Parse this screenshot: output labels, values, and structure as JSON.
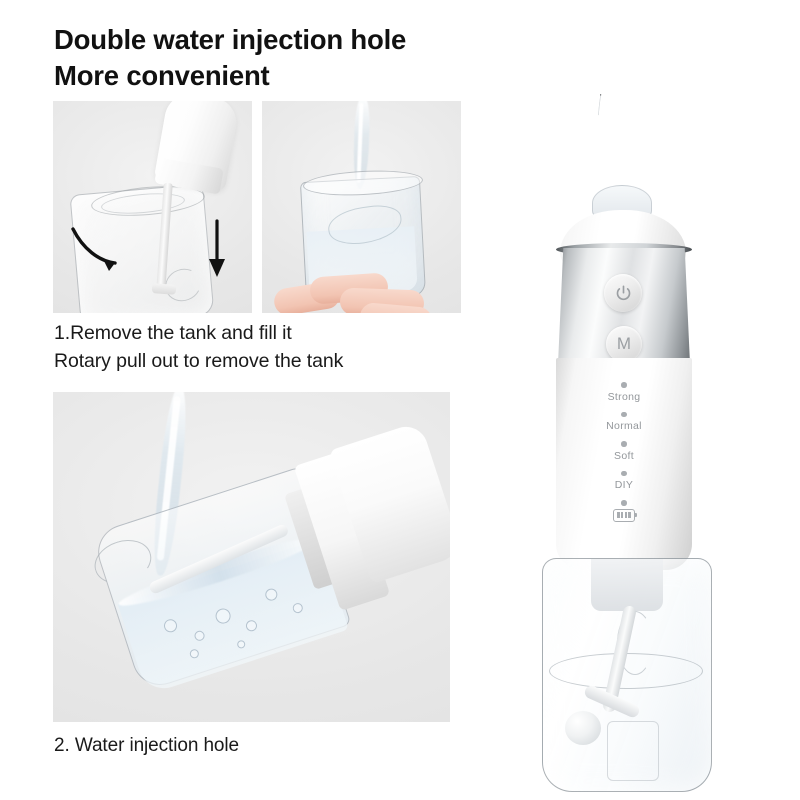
{
  "headline": {
    "line1": "Double water injection hole",
    "line2": "More convenient"
  },
  "captions": {
    "step1_line1": "1.Remove the tank and fill it",
    "step1_line2": "Rotary pull out to remove the tank",
    "step2": "2. Water injection hole"
  },
  "panels": {
    "top_left": {
      "name": "Remove tank illustration",
      "arrow_rotate": "rotary-arrow",
      "arrow_pull": "pull-down-arrow"
    },
    "top_right": {
      "name": "Filling tank with water"
    },
    "bottom": {
      "name": "Side water injection hole"
    }
  },
  "device": {
    "buttons": {
      "power": "⏻",
      "mode": "M"
    },
    "modes": [
      {
        "label": "Strong"
      },
      {
        "label": "Normal"
      },
      {
        "label": "Soft"
      },
      {
        "label": "DIY"
      }
    ],
    "battery_indicator": "battery-level-icon"
  },
  "colors": {
    "background": "#ffffff",
    "panel_bg": "#e9e9e9",
    "text": "#1a1a1a",
    "mode_label": "#93979b",
    "chrome": "#b9bdc0"
  }
}
